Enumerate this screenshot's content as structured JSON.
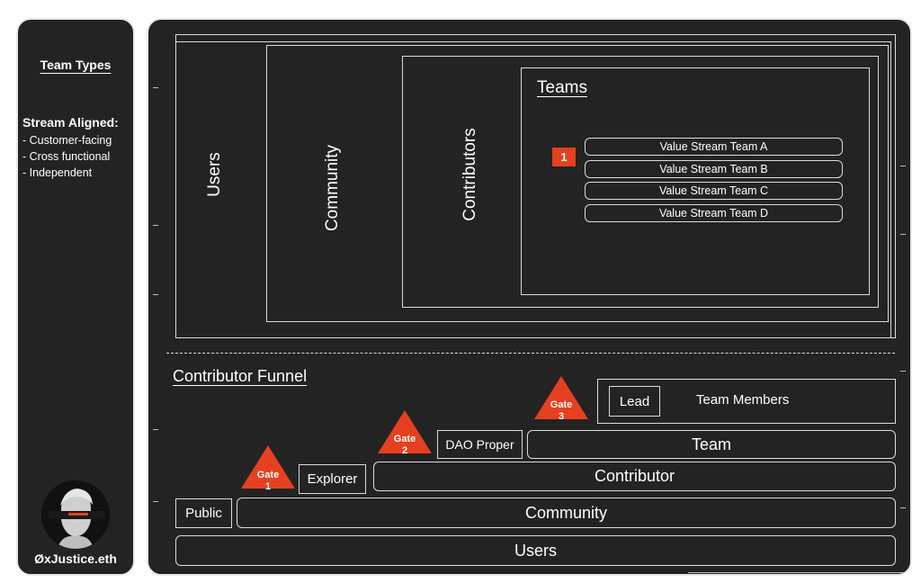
{
  "sidebar": {
    "heading": "Team Types",
    "subheading": "Stream Aligned:",
    "items": [
      "- Customer-facing",
      "- Cross functional",
      "- Independent"
    ],
    "brand": "ØxJustice.eth"
  },
  "nested": {
    "users": "Users",
    "community": "Community",
    "contributors": "Contributors",
    "teams_title": "Teams",
    "badge": "1",
    "teams": [
      "Value Stream Team A",
      "Value Stream Team B",
      "Value Stream Team C",
      "Value Stream Team D"
    ]
  },
  "funnel": {
    "title": "Contributor Funnel",
    "lead": "Lead",
    "team_members": "Team Members",
    "dao_proper": "DAO Proper",
    "team": "Team",
    "explorer": "Explorer",
    "contributor": "Contributor",
    "public": "Public",
    "community": "Community",
    "users": "Users",
    "gates": [
      {
        "word": "Gate",
        "num": "1"
      },
      {
        "word": "Gate",
        "num": "2"
      },
      {
        "word": "Gate",
        "num": "3"
      }
    ]
  },
  "colors": {
    "background": "#232323",
    "accent": "#e5401f",
    "line": "#e9e9e9"
  }
}
